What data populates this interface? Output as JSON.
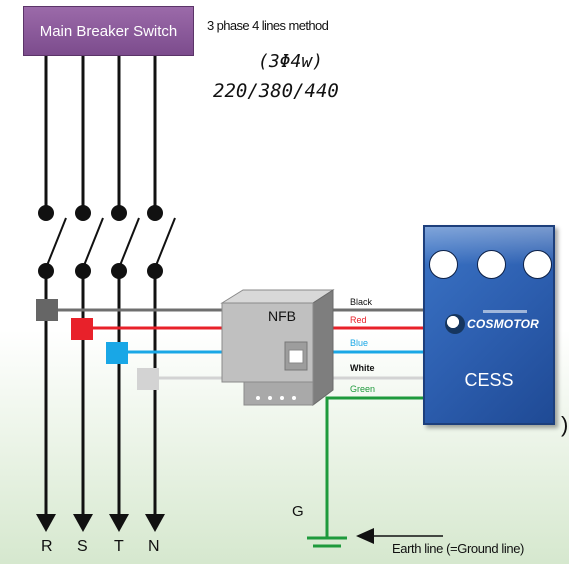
{
  "breaker": {
    "label": "Main Breaker Switch"
  },
  "method": {
    "label": "3 phase 4 lines method",
    "formula": "(3Φ4w)",
    "voltages": "220/380/440"
  },
  "nfb": {
    "label": "NFB"
  },
  "cess": {
    "label": "CESS",
    "brand": "COSMOTOR",
    "icon": "cosmotor-logo"
  },
  "wires": [
    {
      "label": "Black",
      "color": "#6f6f6f",
      "text_color": "#111111"
    },
    {
      "label": "Red",
      "color": "#e8212a",
      "text_color": "#e8212a"
    },
    {
      "label": "Blue",
      "color": "#19a7e6",
      "text_color": "#19a7e6"
    },
    {
      "label": "White",
      "color": "#d3d3d3",
      "text_color": "#111111"
    },
    {
      "label": "Green",
      "color": "#1e9a3c",
      "text_color": "#1e9a3c"
    }
  ],
  "phases": [
    {
      "label": "R",
      "color": "#666666"
    },
    {
      "label": "S",
      "color": "#e8212a"
    },
    {
      "label": "T",
      "color": "#19a7e6"
    },
    {
      "label": "N",
      "color": "#d3d3d3"
    }
  ],
  "ground": {
    "label": "G",
    "earth_label": "Earth line (=Ground line)"
  },
  "edge_text": ")"
}
